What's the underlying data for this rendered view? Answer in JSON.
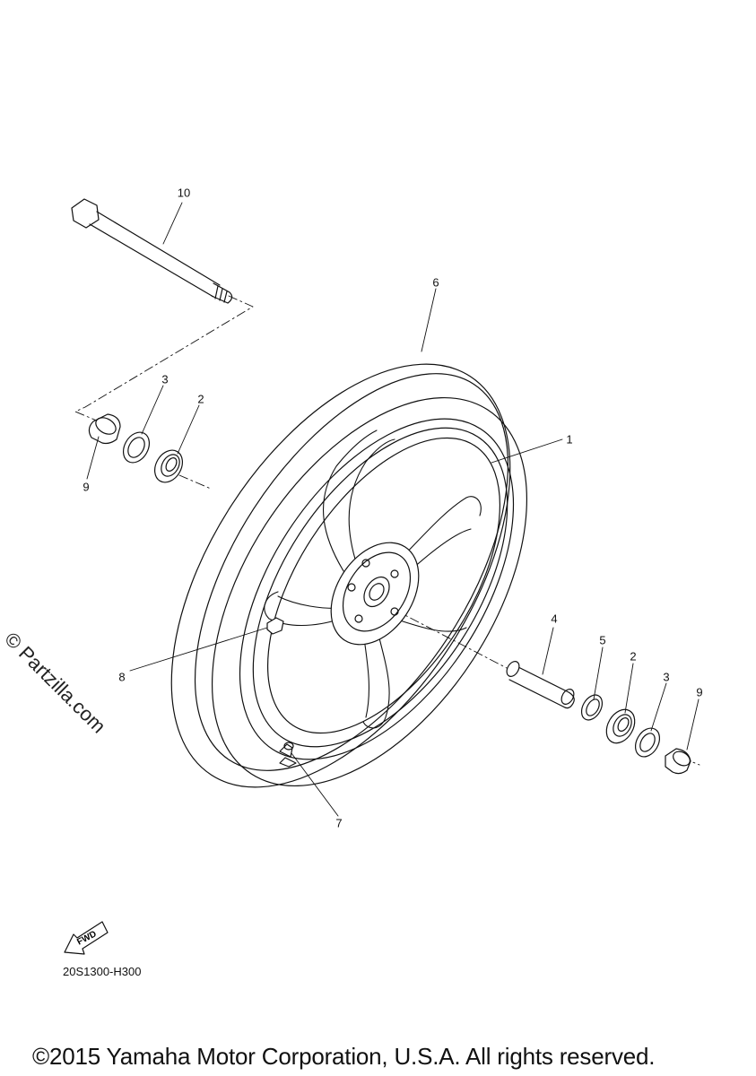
{
  "diagram": {
    "callouts": [
      {
        "id": "10",
        "text": "10"
      },
      {
        "id": "6",
        "text": "6"
      },
      {
        "id": "3a",
        "text": "3"
      },
      {
        "id": "2a",
        "text": "2"
      },
      {
        "id": "9a",
        "text": "9"
      },
      {
        "id": "1",
        "text": "1"
      },
      {
        "id": "8",
        "text": "8"
      },
      {
        "id": "4",
        "text": "4"
      },
      {
        "id": "5",
        "text": "5"
      },
      {
        "id": "2b",
        "text": "2"
      },
      {
        "id": "3b",
        "text": "3"
      },
      {
        "id": "9b",
        "text": "9"
      },
      {
        "id": "7",
        "text": "7"
      }
    ],
    "fwd_label": "FWD",
    "reference_code": "20S1300-H300",
    "watermark": "© Partzilla.com",
    "copyright": "©2015 Yamaha Motor Corporation, U.S.A. All rights reserved."
  }
}
